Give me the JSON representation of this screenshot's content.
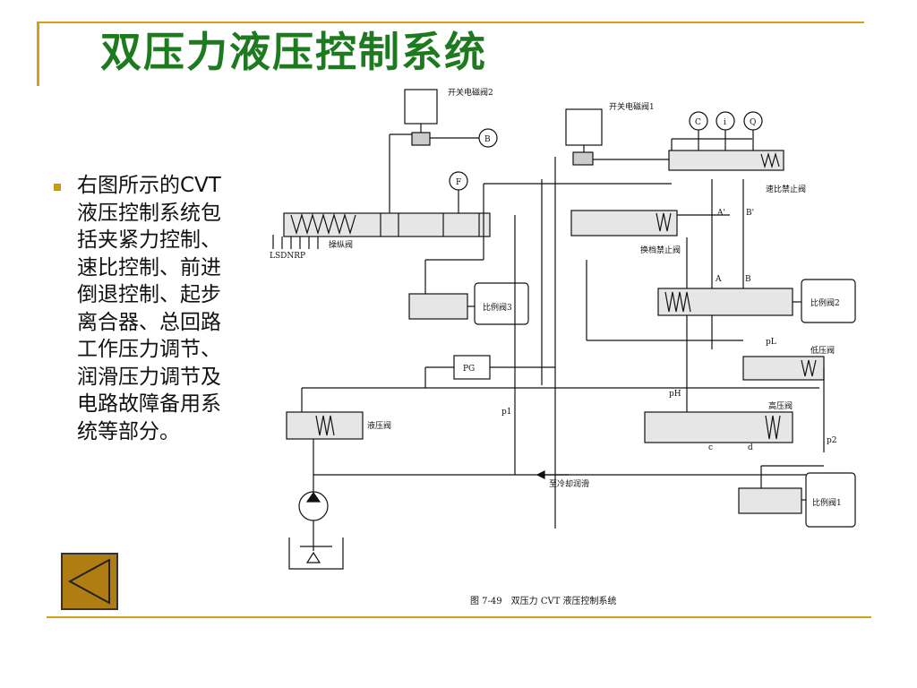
{
  "slide": {
    "title": "双压力液压控制系统",
    "bullet_text": "右图所示的CVT液压控制系统包括夹紧力控制、速比控制、前进倒退控制、起步离合器、总回路工作压力调节、润滑压力调节及电路故障备用系统等部分。",
    "accent_color": "#d4a017",
    "title_color": "#1e7a1e"
  },
  "diagram": {
    "caption": "图 7-49　双压力 CVT 液压控制系统",
    "labels": {
      "switch_valve_2": "开关电磁阀2",
      "switch_valve_1": "开关电磁阀1",
      "gauge_b": "B",
      "gauge_f": "F",
      "gauge_c": "C",
      "gauge_i": "i",
      "gauge_q": "Q",
      "ratio_stop_valve": "速比禁止阀",
      "a_prime": "A'",
      "b_prime": "B'",
      "manual_valve": "操纵阀",
      "shift_positions": "LSDNRP",
      "shift_stop_valve": "换档禁止阀",
      "port_a": "A",
      "port_b": "B",
      "prop_valve_3": "比例阀3",
      "prop_valve_2": "比例阀2",
      "pg": "PG",
      "p_l": "pL",
      "low_pressure_valve": "低压阀",
      "p_h": "pH",
      "high_pressure_valve": "高压阀",
      "p1": "p1",
      "p2": "p2",
      "hydraulic_valve": "液压阀",
      "to_cooling": "至冷却润滑",
      "port_c": "c",
      "port_d": "d",
      "prop_valve_1": "比例阀1"
    }
  },
  "nav": {
    "back_icon": "triangle-left-icon"
  }
}
